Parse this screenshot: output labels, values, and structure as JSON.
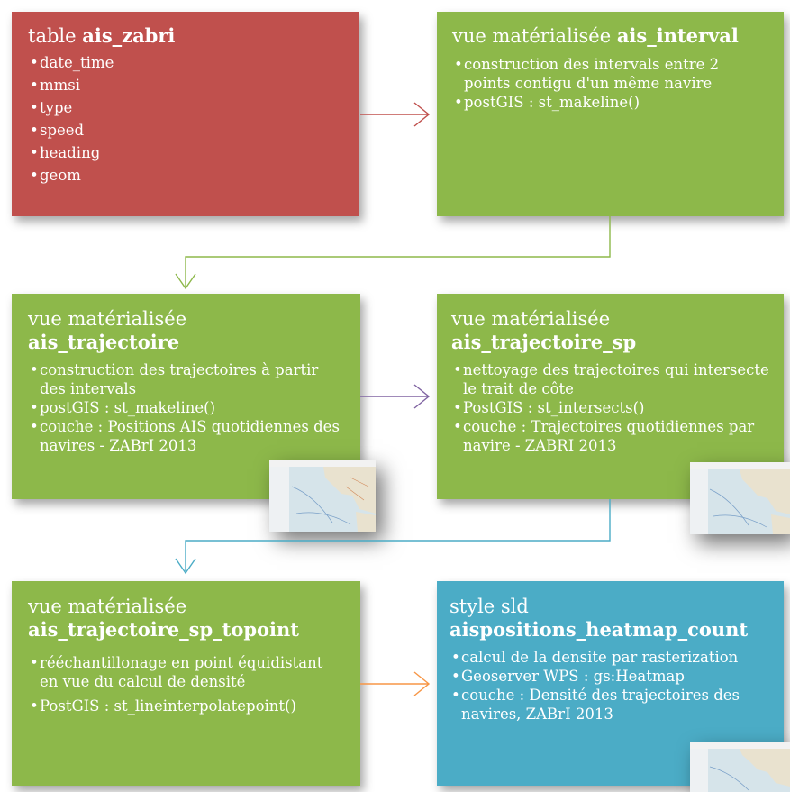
{
  "boxes": {
    "b1": {
      "prefix": "table ",
      "bold": "ais_zabri",
      "items": [
        "date_time",
        "mmsi",
        "type",
        "speed",
        "heading",
        "geom"
      ]
    },
    "b2": {
      "prefix": "vue matérialisée ",
      "bold": "ais_interval",
      "items": [
        "construction des intervals entre 2 points contigu d'un même navire",
        "postGIS : st_makeline()"
      ]
    },
    "b3": {
      "line1": "vue matérialisée",
      "bold": "ais_trajectoire",
      "items": [
        "construction des trajectoires à partir des intervals",
        "postGIS : st_makeline()",
        "couche : Positions AIS quotidiennes des navires - ZABrI 2013"
      ]
    },
    "b4": {
      "line1": "vue matérialisée",
      "bold": "ais_trajectoire_sp",
      "items": [
        "nettoyage des trajectoires qui intersecte le trait de côte",
        "PostGIS : st_intersects()",
        "couche : Trajectoires quotidiennes par navire - ZABRI 2013"
      ]
    },
    "b5": {
      "line1": "vue matérialisée",
      "bold": "ais_trajectoire_sp_topoint",
      "items": [
        "rééchantillonage en point équidistant en vue du calcul de densité",
        "PostGIS : st_lineinterpolatepoint()"
      ]
    },
    "b6": {
      "line1": "style sld",
      "bold": "aispositions_heatmap_count",
      "items": [
        "calcul de la densite par rasterization",
        "Geoserver WPS : gs:Heatmap",
        "couche : Densité des trajectoires des navires, ZABrI 2013"
      ]
    }
  },
  "colors": {
    "red": "#c0504d",
    "green": "#8db84a",
    "blue": "#4bacc6",
    "arrow_red": "#c0504d",
    "arrow_green": "#8db84a",
    "arrow_purple": "#8064a2",
    "arrow_blue": "#4bacc6",
    "arrow_orange": "#f79646"
  }
}
